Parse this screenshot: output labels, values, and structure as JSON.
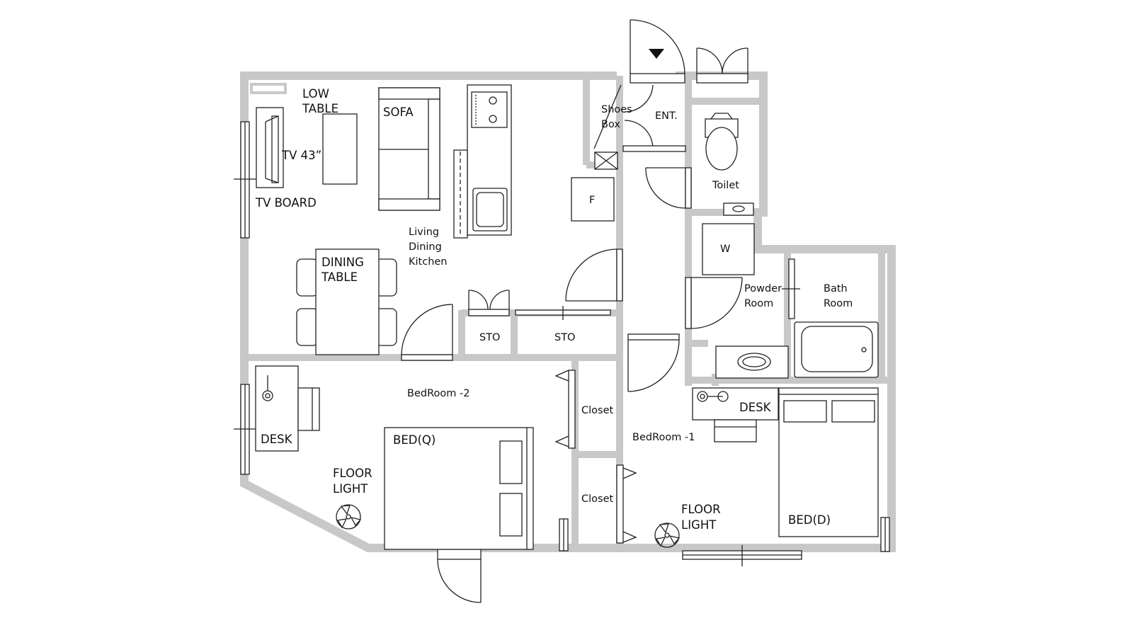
{
  "labels": {
    "low_table": [
      "LOW",
      "TABLE"
    ],
    "sofa": "SOFA",
    "tv": "TV 43”",
    "tv_board": "TV BOARD",
    "dining_table": [
      "DINING",
      "TABLE"
    ],
    "ldk": [
      "Living",
      "Dining",
      "Kitchen"
    ],
    "fridge": "F",
    "shoes_box": [
      "Shoes",
      "Box"
    ],
    "entrance": "ENT.",
    "toilet": "Toilet",
    "washer": "W",
    "powder_room": [
      "Powder",
      "Room"
    ],
    "bath_room": [
      "Bath",
      "Room"
    ],
    "sto_1": "STO",
    "sto_2": "STO",
    "bedroom_2": "BedRoom -2",
    "desk_2": "DESK",
    "bed_q": "BED(Q)",
    "floor_light_2": [
      "FLOOR",
      "LIGHT"
    ],
    "closet_1": "Closet",
    "closet_2": "Closet",
    "bedroom_1": "BedRoom -1",
    "desk_1": "DESK",
    "floor_light_1": [
      "FLOOR",
      "LIGHT"
    ],
    "bed_d": "BED(D)"
  }
}
